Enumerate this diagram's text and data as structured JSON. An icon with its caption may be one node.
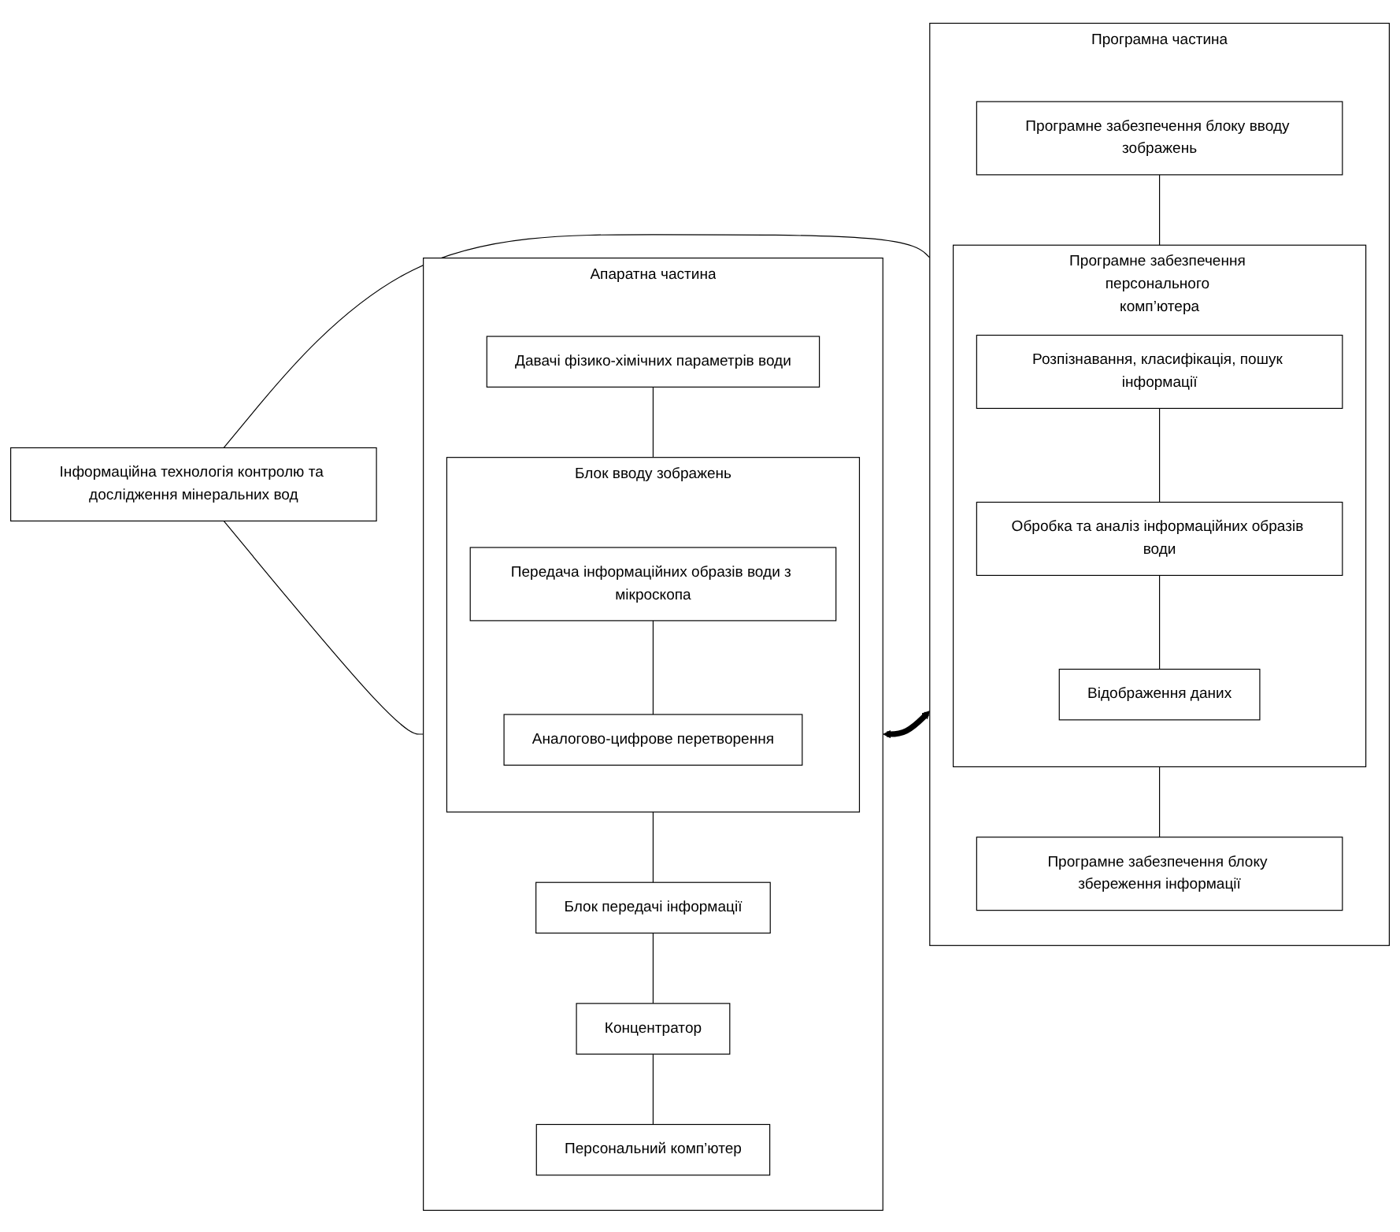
{
  "diagram": {
    "nodes": [
      {
        "text": [
          "Інформаційна технологія контролю та дослідження мінеральних вод"
        ]
      },
      {
        "text": [
          "Апаратна частина"
        ]
      },
      {
        "text": [
          "Давачі фізико-хімічних параметрів води"
        ],
        "in": 1
      },
      {
        "text": [
          "Блок вводу зображень"
        ],
        "in": 1
      },
      {
        "text": [
          "Передача інформаційних образів води з мікроскопа"
        ],
        "in": 3
      },
      {
        "text": [
          "Аналогово-цифрове перетворення"
        ],
        "in": 3
      },
      {
        "text": [
          "Блок передачі інформації"
        ],
        "in": 1
      },
      {
        "text": [
          "Концентратор"
        ],
        "in": 1
      },
      {
        "text": [
          "Персональний комп’ютер"
        ],
        "in": 1
      },
      {
        "text": [
          "Програмна частина"
        ]
      },
      {
        "text": [
          "Програмне забезпечення блоку вводу зображень"
        ],
        "in": 9
      },
      {
        "text": [
          "Програмне забезпечення персонального комп’ютера"
        ],
        "in": 9
      },
      {
        "text": [
          "Розпізнавання, класифікація, пошук інформації"
        ],
        "in": 11
      },
      {
        "text": [
          "Обробка та аналіз інформаційних образів води"
        ],
        "in": 11
      },
      {
        "text": [
          "Відображення даних"
        ],
        "in": 11
      },
      {
        "text": [
          "Програмне забезпечення блоку збереження інформації"
        ],
        "in": 9
      }
    ],
    "edges": [
      {
        "from": 0,
        "to": 1,
        "arrow": "none"
      },
      {
        "from": 0,
        "to": 9,
        "arrow": "none"
      },
      {
        "from": 2,
        "to": 3,
        "arrow": "none"
      },
      {
        "from": 4,
        "to": 5,
        "arrow": "none"
      },
      {
        "from": 3,
        "to": 6,
        "arrow": "none"
      },
      {
        "from": 6,
        "to": 7,
        "arrow": "none"
      },
      {
        "from": 7,
        "to": 8,
        "arrow": "none"
      },
      {
        "from": 10,
        "to": 11,
        "arrow": "none"
      },
      {
        "from": 12,
        "to": 13,
        "arrow": "none"
      },
      {
        "from": 13,
        "to": 14,
        "arrow": "none"
      },
      {
        "from": 11,
        "to": 15,
        "arrow": "none"
      },
      {
        "from": 1,
        "to": 9,
        "arrow": "both",
        "style": "thick"
      }
    ]
  }
}
